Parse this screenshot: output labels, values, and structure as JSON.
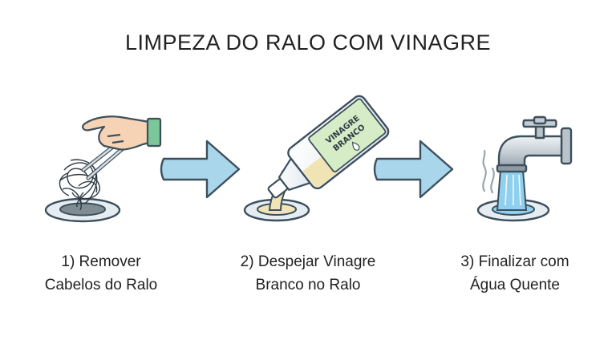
{
  "title": "LIMPEZA DO RALO COM VINAGRE",
  "bottle_label": [
    "VINAGRE",
    "BRANCO"
  ],
  "colors": {
    "outline": "#3d4f5c",
    "arrow_fill": "#a9d6ea",
    "skin": "#f6d3b5",
    "cuff": "#7cc79a",
    "bottle_label": "#d6ecc6",
    "vinegar": "#f1e4b4",
    "water": "#8fd0ee",
    "drain_ring": "#e6edf2",
    "drain_hole": "#7f8c94"
  },
  "steps": [
    {
      "label_line1": "1) Remover",
      "label_line2": "Cabelos do Ralo",
      "icon": "hand-with-tweezers-removing-hair-icon"
    },
    {
      "label_line1": "2) Despejar Vinagre",
      "label_line2": "Branco no Ralo",
      "icon": "vinegar-bottle-pouring-icon"
    },
    {
      "label_line1": "3) Finalizar com",
      "label_line2": "Água Quente",
      "icon": "faucet-hot-water-icon"
    }
  ]
}
